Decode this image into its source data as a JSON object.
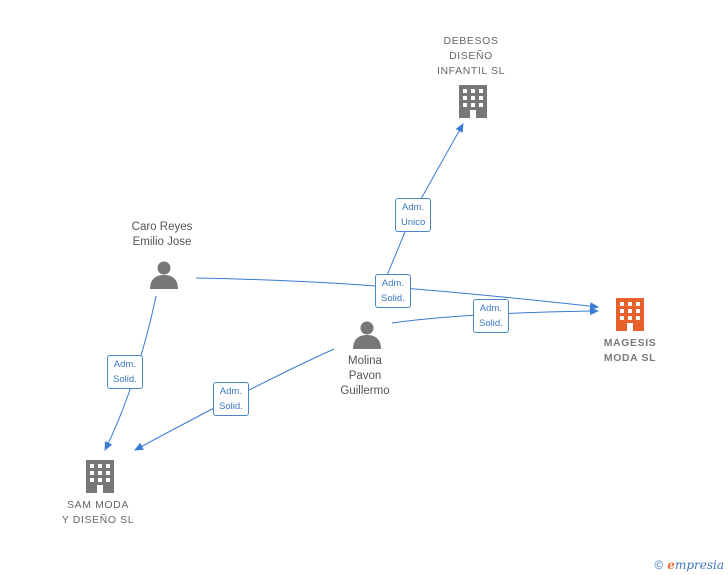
{
  "nodes": {
    "debesos": {
      "label": "DEBESOS\nDISEÑO\nINFANTIL SL",
      "type": "company",
      "color": "#777777"
    },
    "magesis": {
      "label": "MAGESIS\nMODA SL",
      "type": "company",
      "color": "#e8602c"
    },
    "sam_moda": {
      "label": "SAM MODA\nY DISEÑO SL",
      "type": "company",
      "color": "#777777"
    },
    "caro": {
      "label": "Caro Reyes\nEmilio Jose",
      "type": "person",
      "color": "#777777"
    },
    "molina": {
      "label": "Molina\nPavon\nGuillermo",
      "type": "person",
      "color": "#777777"
    }
  },
  "edges": {
    "molina_debesos": {
      "label": "Adm.\nUnico"
    },
    "caro_magesis": {
      "label": "Adm.\nSolid."
    },
    "molina_magesis": {
      "label": "Adm.\nSolid."
    },
    "caro_sam": {
      "label": "Adm.\nSolid."
    },
    "molina_sam": {
      "label": "Adm.\nSolid."
    }
  },
  "colors": {
    "edge": "#3a7bd5",
    "accent": "#e8602c"
  },
  "footer": {
    "copyright": "©",
    "brand": "mpresia",
    "brand_initial": "e"
  }
}
